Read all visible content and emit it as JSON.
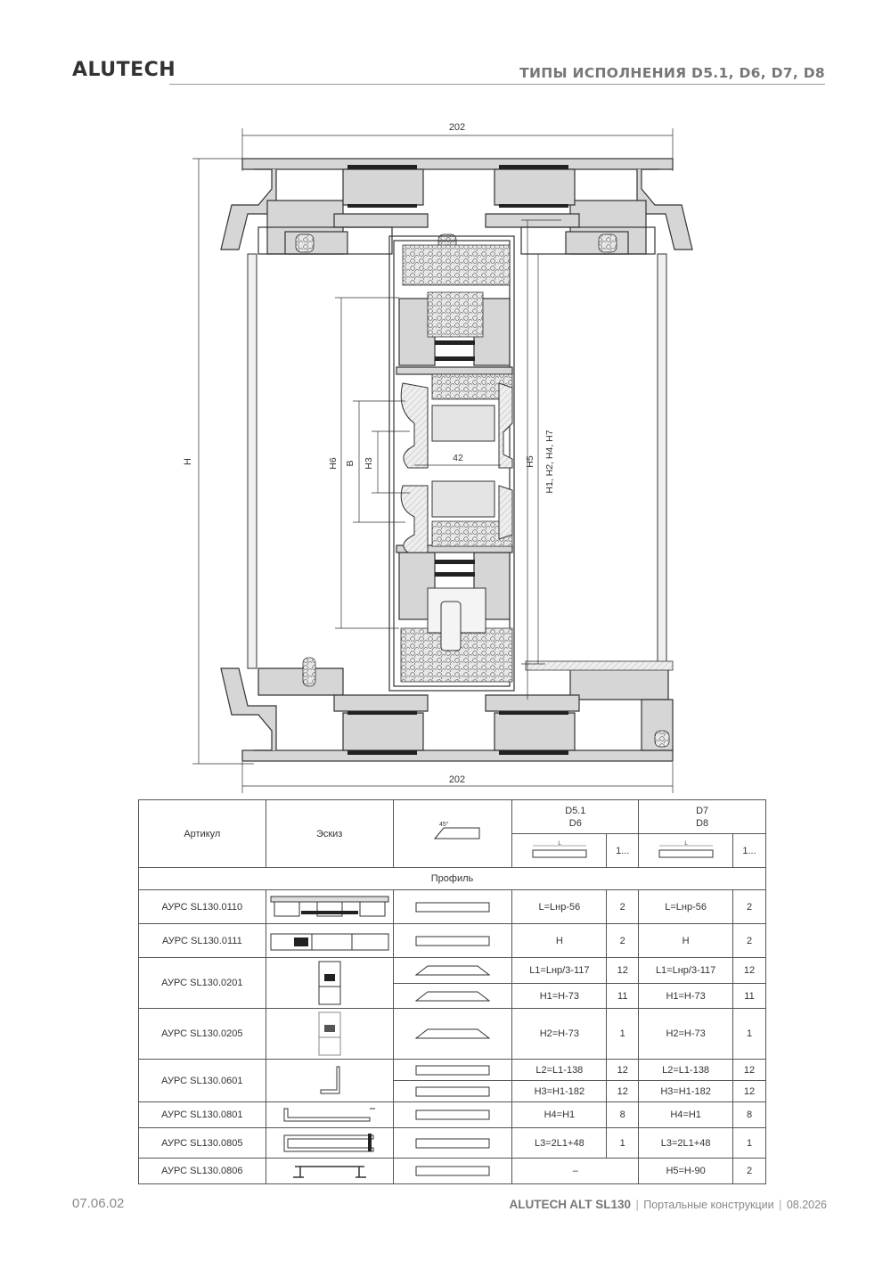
{
  "header": {
    "brand": "ALUTECH",
    "section_title": "ТИПЫ ИСПОЛНЕНИЯ D5.1, D6, D7, D8"
  },
  "drawing": {
    "dim_top": "202",
    "dim_bottom": "202",
    "label_h": "H",
    "label_h6": "H6",
    "label_b": "B",
    "label_h3": "H3",
    "label_42": "42",
    "label_h5": "H5",
    "label_h1_h7": "H1, H2, H4, H7",
    "angle": "45°"
  },
  "table": {
    "col_article": "Артикул",
    "col_sketch": "Эскиз",
    "col_d51_d6": "D5.1\nD6",
    "col_d7_d8": "D7\nD8",
    "length_symbol": "L",
    "qty_header": "1...",
    "section_label": "Профиль",
    "rows": [
      {
        "article": "АУРС SL130.0110",
        "d5": "L=Lнр-56",
        "q5": "2",
        "d7": "L=Lнр-56",
        "q7": "2"
      },
      {
        "article": "АУРС SL130.0111",
        "d5": "H",
        "q5": "2",
        "d7": "H",
        "q7": "2"
      },
      {
        "article": "АУРС SL130.0201",
        "d5": "L1=Lнр/3-117",
        "q5": "12",
        "d7": "L1=Lнр/3-117",
        "q7": "12",
        "d5b": "H1=H-73",
        "q5b": "11",
        "d7b": "H1=H-73",
        "q7b": "11"
      },
      {
        "article": "АУРС SL130.0205",
        "d5": "H2=H-73",
        "q5": "1",
        "d7": "H2=H-73",
        "q7": "1"
      },
      {
        "article": "АУРС SL130.0601",
        "d5": "L2=L1-138",
        "q5": "12",
        "d7": "L2=L1-138",
        "q7": "12",
        "d5b": "H3=H1-182",
        "q5b": "12",
        "d7b": "H3=H1-182",
        "q7b": "12"
      },
      {
        "article": "АУРС SL130.0801",
        "d5": "H4=H1",
        "q5": "8",
        "d7": "H4=H1",
        "q7": "8"
      },
      {
        "article": "АУРС SL130.0805",
        "d5": "L3=2L1+48",
        "q5": "1",
        "d7": "L3=2L1+48",
        "q7": "1"
      },
      {
        "article": "АУРС SL130.0806",
        "d5": "–",
        "d7": "H5=H-90",
        "q7": "2"
      }
    ]
  },
  "footer": {
    "page_number": "07.06.02",
    "product": "ALUTECH ALT SL130",
    "sep1": "|",
    "series": "Портальные конструкции",
    "sep2": "|",
    "date": "08.2026"
  },
  "colors": {
    "profile_fill": "#d6d6d6",
    "outline": "#333333",
    "rule": "#999999",
    "accent_gray": "#777777"
  }
}
